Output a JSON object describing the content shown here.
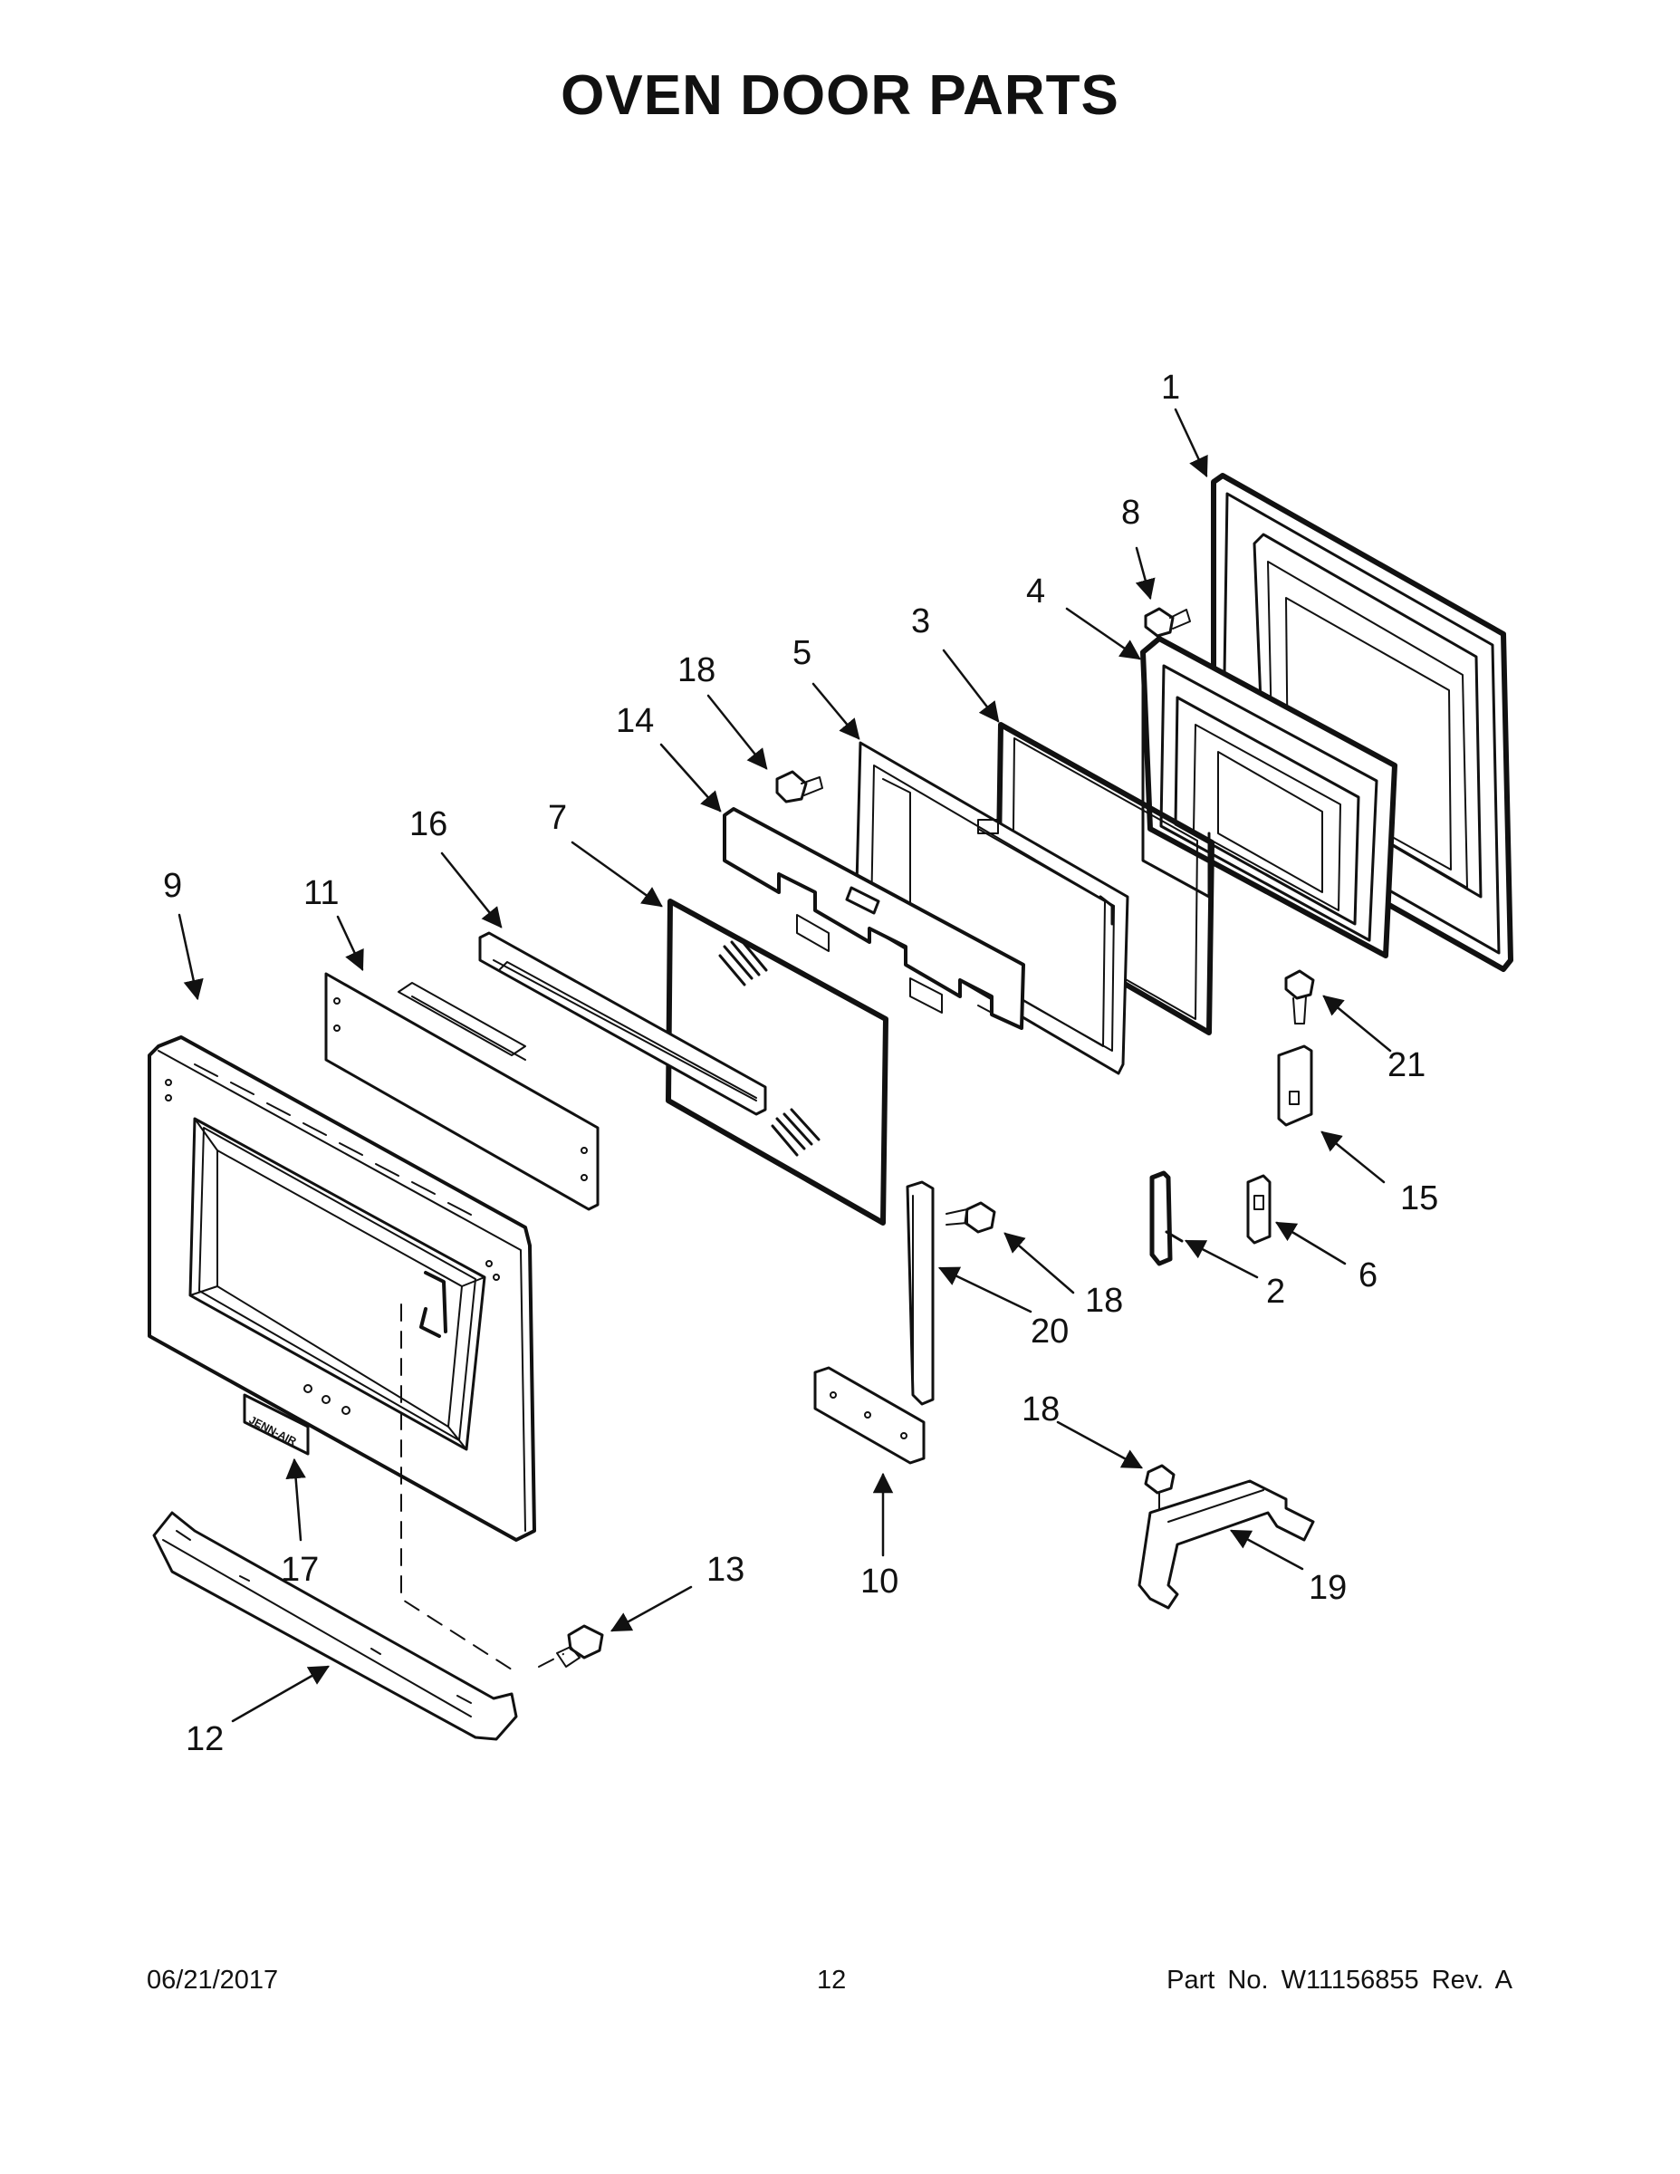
{
  "page": {
    "title": "OVEN DOOR PARTS"
  },
  "callouts": [
    {
      "id": "c1",
      "label": "1"
    },
    {
      "id": "c8",
      "label": "8"
    },
    {
      "id": "c4",
      "label": "4"
    },
    {
      "id": "c3",
      "label": "3"
    },
    {
      "id": "c5",
      "label": "5"
    },
    {
      "id": "c18a",
      "label": "18"
    },
    {
      "id": "c14",
      "label": "14"
    },
    {
      "id": "c16",
      "label": "16"
    },
    {
      "id": "c7",
      "label": "7"
    },
    {
      "id": "c9",
      "label": "9"
    },
    {
      "id": "c11",
      "label": "11"
    },
    {
      "id": "c21",
      "label": "21"
    },
    {
      "id": "c15",
      "label": "15"
    },
    {
      "id": "c6",
      "label": "6"
    },
    {
      "id": "c2",
      "label": "2"
    },
    {
      "id": "c18b",
      "label": "18"
    },
    {
      "id": "c20",
      "label": "20"
    },
    {
      "id": "c18c",
      "label": "18"
    },
    {
      "id": "c19",
      "label": "19"
    },
    {
      "id": "c10",
      "label": "10"
    },
    {
      "id": "c17",
      "label": "17"
    },
    {
      "id": "c13",
      "label": "13"
    },
    {
      "id": "c12",
      "label": "12"
    }
  ],
  "logo_text": "JENN-AIR",
  "footer": {
    "date": "06/21/2017",
    "page_number": "12",
    "part_number": "Part No.  W11156855  Rev.  A"
  }
}
